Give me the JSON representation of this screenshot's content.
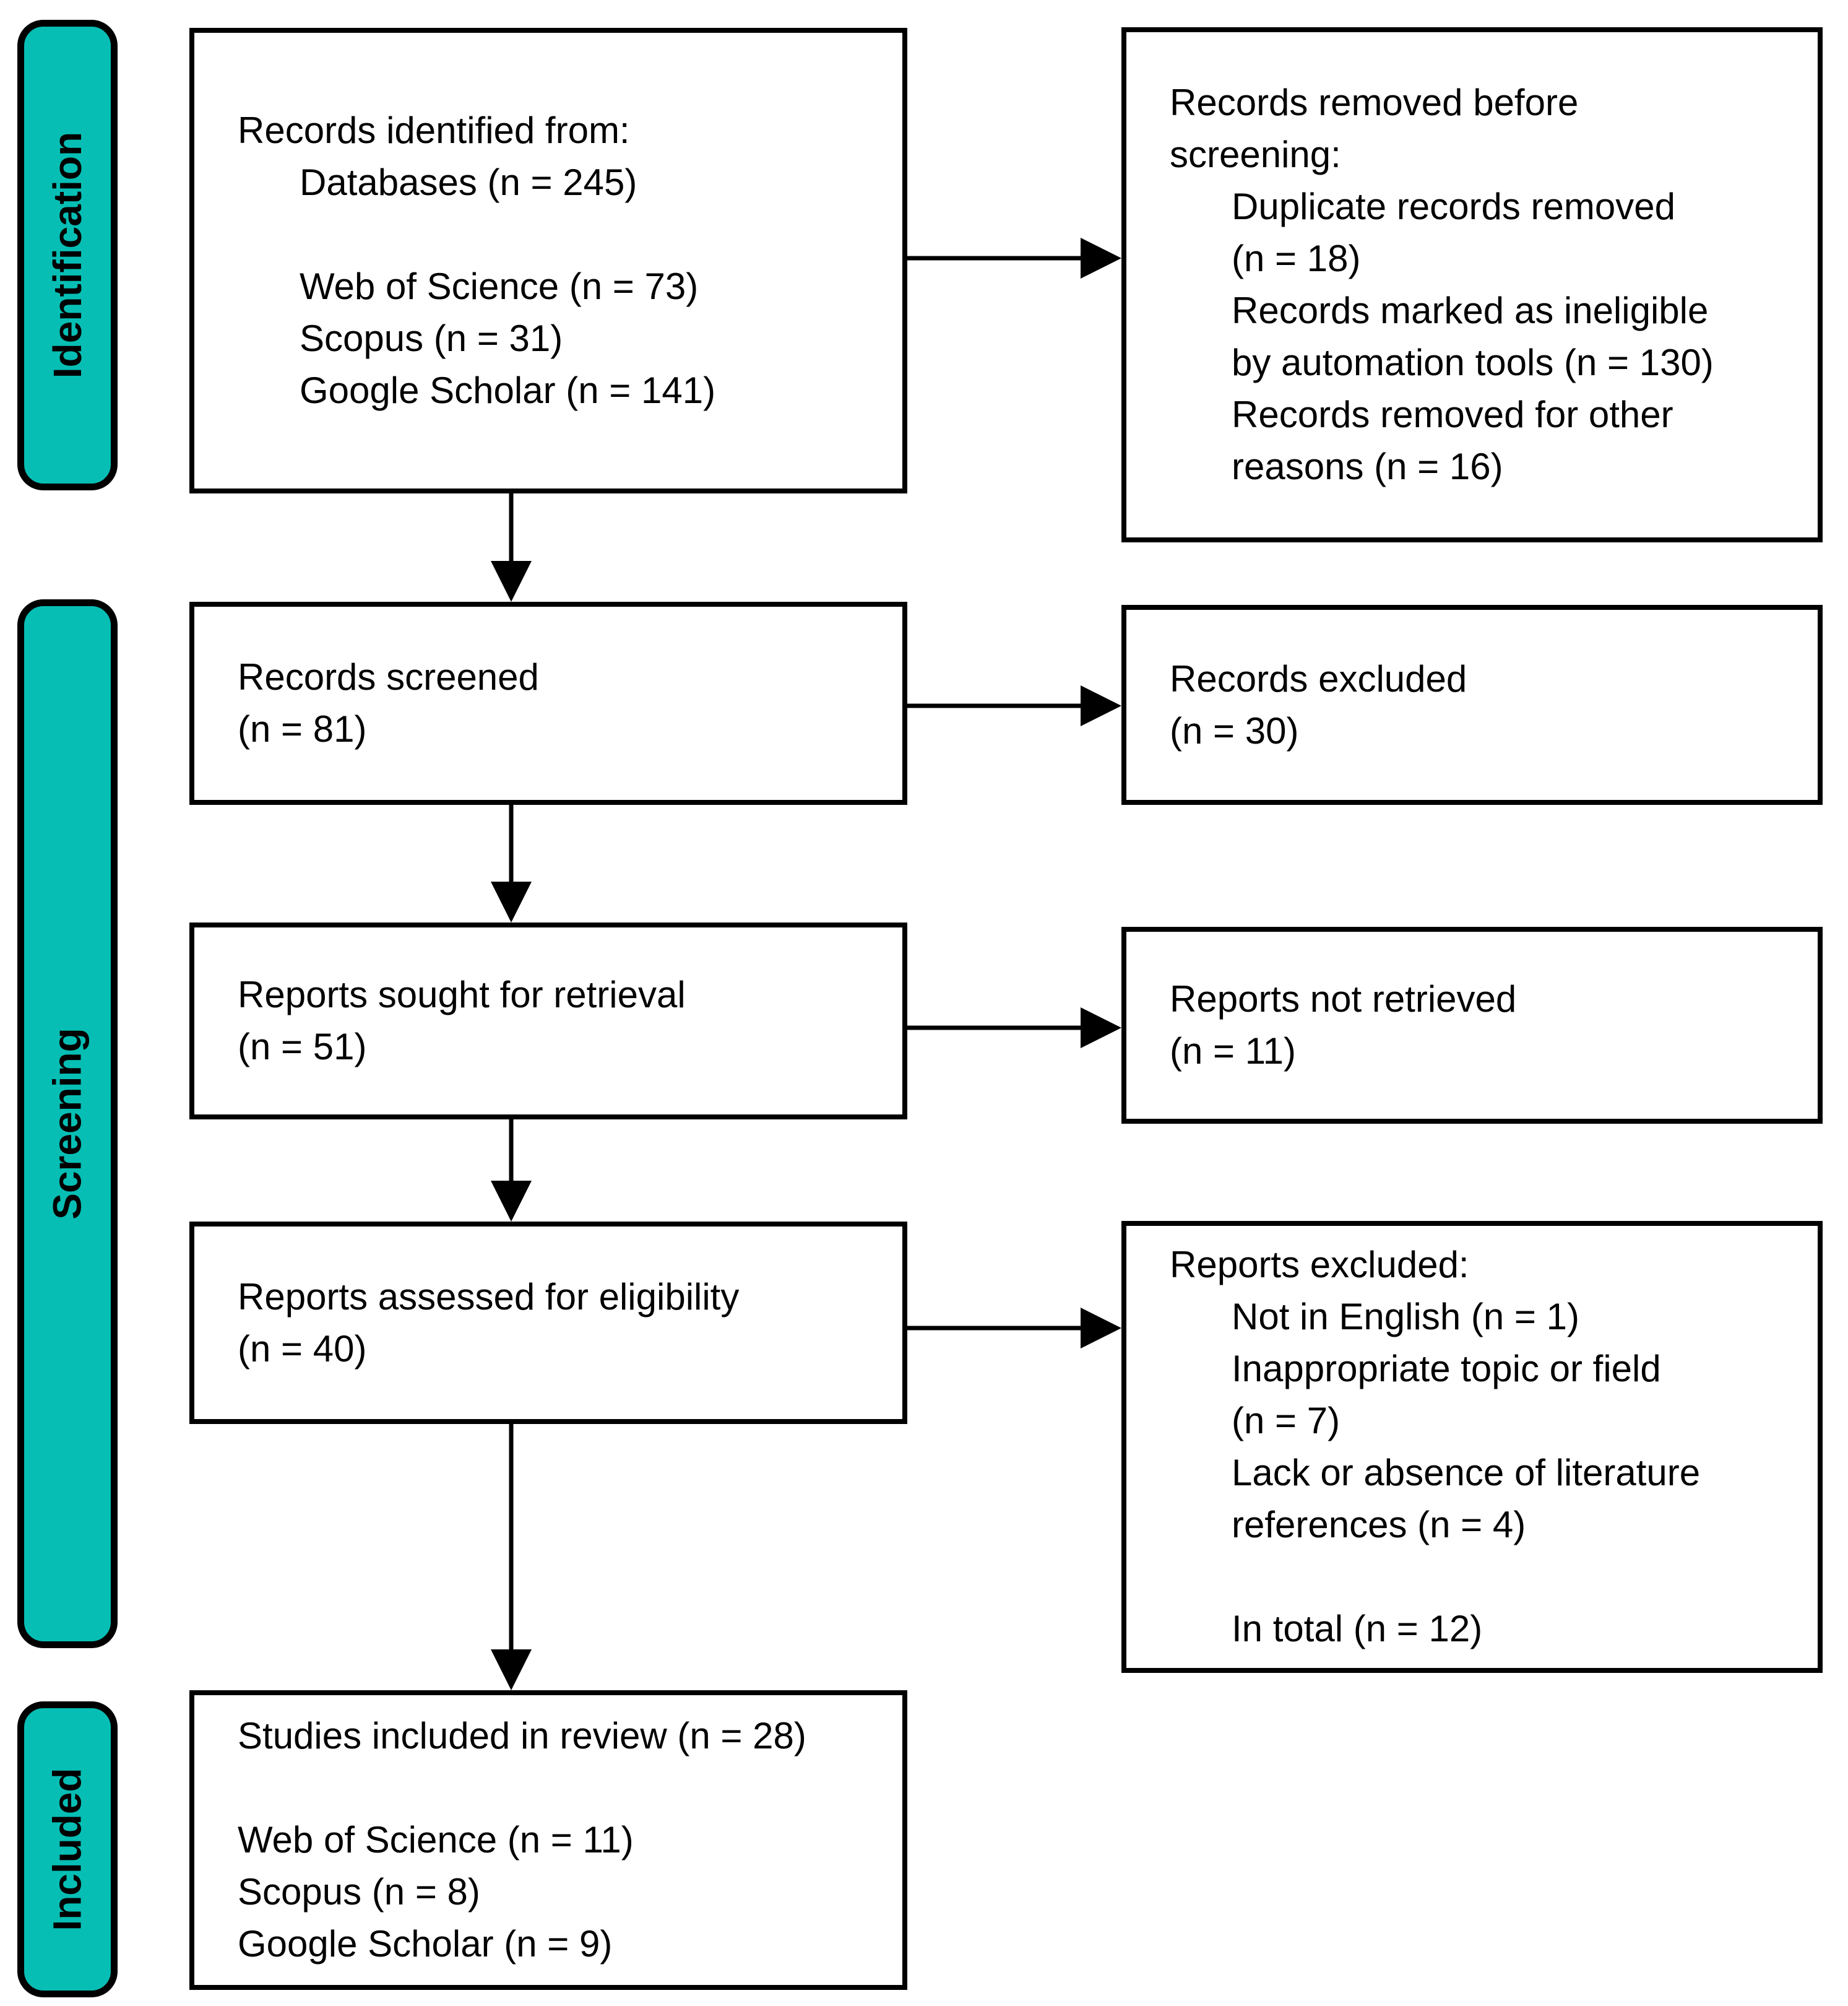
{
  "colors": {
    "stage_fill": "#06BEB4",
    "line_color": "#000000",
    "background": "#FFFFFF"
  },
  "stages": [
    {
      "label": "Identification"
    },
    {
      "label": "Screening"
    },
    {
      "label": "Included"
    }
  ],
  "boxes": {
    "identified": {
      "lines": [
        "Records identified from:",
        "Databases (n = 245)",
        "",
        "Web of Science (n = 73)",
        "Scopus (n = 31)",
        "Google Scholar (n = 141)"
      ]
    },
    "removed_before_screening": {
      "lines": [
        "Records removed before",
        "screening:",
        "Duplicate records removed",
        "(n = 18)",
        "Records marked as ineligible",
        "by automation tools (n = 130)",
        "Records removed for other",
        "reasons (n = 16)"
      ]
    },
    "screened": {
      "lines": [
        "Records screened",
        "(n = 81)"
      ]
    },
    "records_excluded": {
      "lines": [
        "Records excluded",
        "(n = 30)"
      ]
    },
    "sought_for_retrieval": {
      "lines": [
        "Reports sought for retrieval",
        "(n = 51)"
      ]
    },
    "not_retrieved": {
      "lines": [
        "Reports not retrieved",
        "(n = 11)"
      ]
    },
    "assessed_for_eligibility": {
      "lines": [
        "Reports assessed for eligibility",
        "(n = 40)"
      ]
    },
    "reports_excluded": {
      "lines": [
        "Reports excluded:",
        "Not in English (n = 1)",
        "Inappropriate topic or field",
        "(n = 7)",
        "Lack or absence of literature",
        "references (n = 4)",
        "",
        "In total (n = 12)"
      ]
    },
    "studies_included": {
      "lines": [
        "Studies included in review (n = 28)",
        "",
        "Web of Science (n = 11)",
        "Scopus (n = 8)",
        "Google Scholar (n = 9)"
      ]
    }
  }
}
